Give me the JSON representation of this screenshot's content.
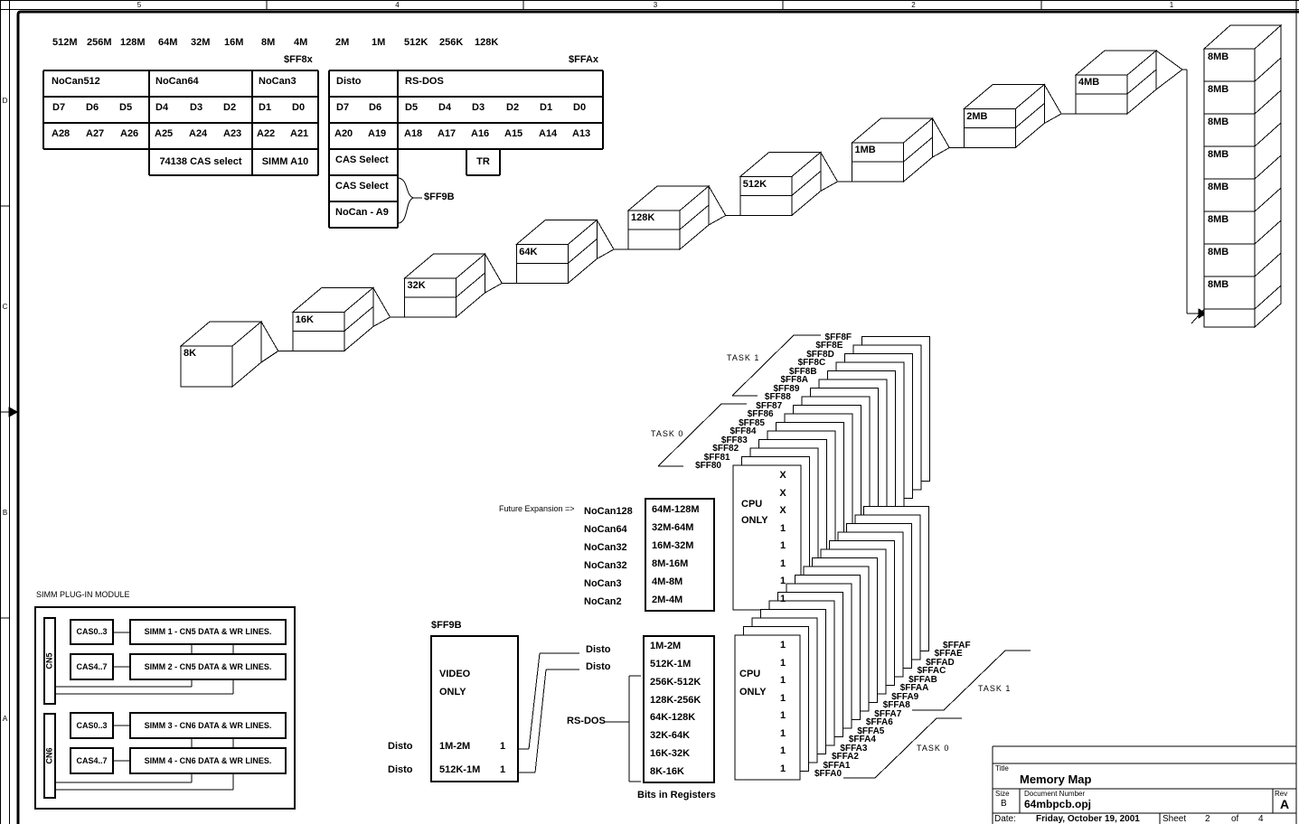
{
  "ruler": {
    "top_zones": [
      "5",
      "4",
      "3",
      "2",
      "1"
    ],
    "left_zones": [
      "D",
      "C",
      "B",
      "A"
    ]
  },
  "sizes": {
    "row": [
      "512M",
      "256M",
      "128M",
      "64M",
      "32M",
      "16M",
      "8M",
      "4M",
      "2M",
      "1M",
      "512K",
      "256K",
      "128K"
    ],
    "reg_ff8x": "$FF8x",
    "reg_ffax": "$FFAx"
  },
  "left_table": {
    "headers": [
      "NoCan512",
      "NoCan64",
      "NoCan3"
    ],
    "d_bits": [
      "D7",
      "D6",
      "D5",
      "D4",
      "D3",
      "D2",
      "D1",
      "D0"
    ],
    "addr_bits": [
      "A28",
      "A27",
      "A26",
      "A25",
      "A24",
      "A23",
      "A22",
      "A21"
    ],
    "footers": [
      "74138 CAS select",
      "SIMM A10"
    ]
  },
  "right_table": {
    "headers": [
      "Disto",
      "RS-DOS"
    ],
    "d_bits": [
      "D7",
      "D6",
      "D5",
      "D4",
      "D3",
      "D2",
      "D1",
      "D0"
    ],
    "addr_bits": [
      "A20",
      "A19",
      "A18",
      "A17",
      "A16",
      "A15",
      "A14",
      "A13"
    ],
    "tr": "TR",
    "select_rows": [
      "CAS Select",
      "CAS Select",
      "NoCan - A9"
    ],
    "reg": "$FF9B"
  },
  "memory_chain": {
    "boxes": [
      "8K",
      "16K",
      "32K",
      "64K",
      "128K",
      "512K",
      "1MB",
      "2MB",
      "4MB"
    ],
    "tower": [
      "8MB",
      "8MB",
      "8MB",
      "8MB",
      "8MB",
      "8MB",
      "8MB",
      "8MB"
    ]
  },
  "stack_ff8": {
    "labels": [
      "$FF80",
      "$FF81",
      "$FF82",
      "$FF83",
      "$FF84",
      "$FF85",
      "$FF86",
      "$FF87",
      "$FF88",
      "$FF89",
      "$FF8A",
      "$FF8B",
      "$FF8C",
      "$FF8D",
      "$FF8E",
      "$FF8F"
    ],
    "task0": "TASK 0",
    "task1": "TASK 1",
    "card": {
      "line1": "CPU",
      "line2": "ONLY",
      "bits": [
        "X",
        "X",
        "X",
        "1",
        "1",
        "1",
        "1",
        "1"
      ]
    }
  },
  "stack_ffa": {
    "labels": [
      "$FFA0",
      "$FFA1",
      "$FFA2",
      "$FFA3",
      "$FFA4",
      "$FFA5",
      "$FFA6",
      "$FFA7",
      "$FFA8",
      "$FFA9",
      "$FFAA",
      "$FFAB",
      "$FFAC",
      "$FFAD",
      "$FFAE",
      "$FFAF"
    ],
    "task0": "TASK 0",
    "task1": "TASK 1",
    "card": {
      "line1": "CPU",
      "line2": "ONLY",
      "bits": [
        "1",
        "1",
        "1",
        "1",
        "1",
        "1",
        "1",
        "1"
      ]
    }
  },
  "future": {
    "label": "Future Expansion =>",
    "rows": [
      {
        "name": "NoCan128",
        "range": "64M-128M"
      },
      {
        "name": "NoCan64",
        "range": "32M-64M"
      },
      {
        "name": "NoCan32",
        "range": "16M-32M"
      },
      {
        "name": "NoCan32",
        "range": "8M-16M"
      },
      {
        "name": "NoCan3",
        "range": "4M-8M"
      },
      {
        "name": "NoCan2",
        "range": "2M-4M"
      }
    ]
  },
  "video": {
    "reg": "$FF9B",
    "line1": "VIDEO",
    "line2": "ONLY",
    "rows": [
      {
        "source": "Disto",
        "range": "1M-2M",
        "bit": "1"
      },
      {
        "source": "Disto",
        "range": "512K-1M",
        "bit": "1"
      }
    ],
    "out_labels": [
      "Disto",
      "Disto"
    ]
  },
  "rsdos_map": {
    "label": "RS-DOS",
    "ranges": [
      "1M-2M",
      "512K-1M",
      "256K-512K",
      "128K-256K",
      "64K-128K",
      "32K-64K",
      "16K-32K",
      "8K-16K"
    ],
    "caption": "Bits in Registers"
  },
  "simm": {
    "title": "SIMM PLUG-IN MODULE",
    "connectors": [
      "CN5",
      "CN6"
    ],
    "cas": [
      "CAS0..3",
      "CAS4..7",
      "CAS0..3",
      "CAS4..7"
    ],
    "modules": [
      "SIMM 1 - CN5 DATA & WR LINES.",
      "SIMM 2 - CN5 DATA & WR LINES.",
      "SIMM 3 - CN6 DATA & WR LINES.",
      "SIMM 4 - CN6 DATA & WR LINES."
    ]
  },
  "title_block": {
    "title_label": "Title",
    "title": "Memory Map",
    "size_label": "Size",
    "size": "B",
    "doc_label": "Document Number",
    "doc_number": "64mbpcb.opj",
    "rev_label": "Rev",
    "rev": "A",
    "date_label": "Date:",
    "date": "Friday, October 19, 2001",
    "sheet_label": "Sheet",
    "sheet": "2",
    "of": "of",
    "sheets_total": "4"
  }
}
